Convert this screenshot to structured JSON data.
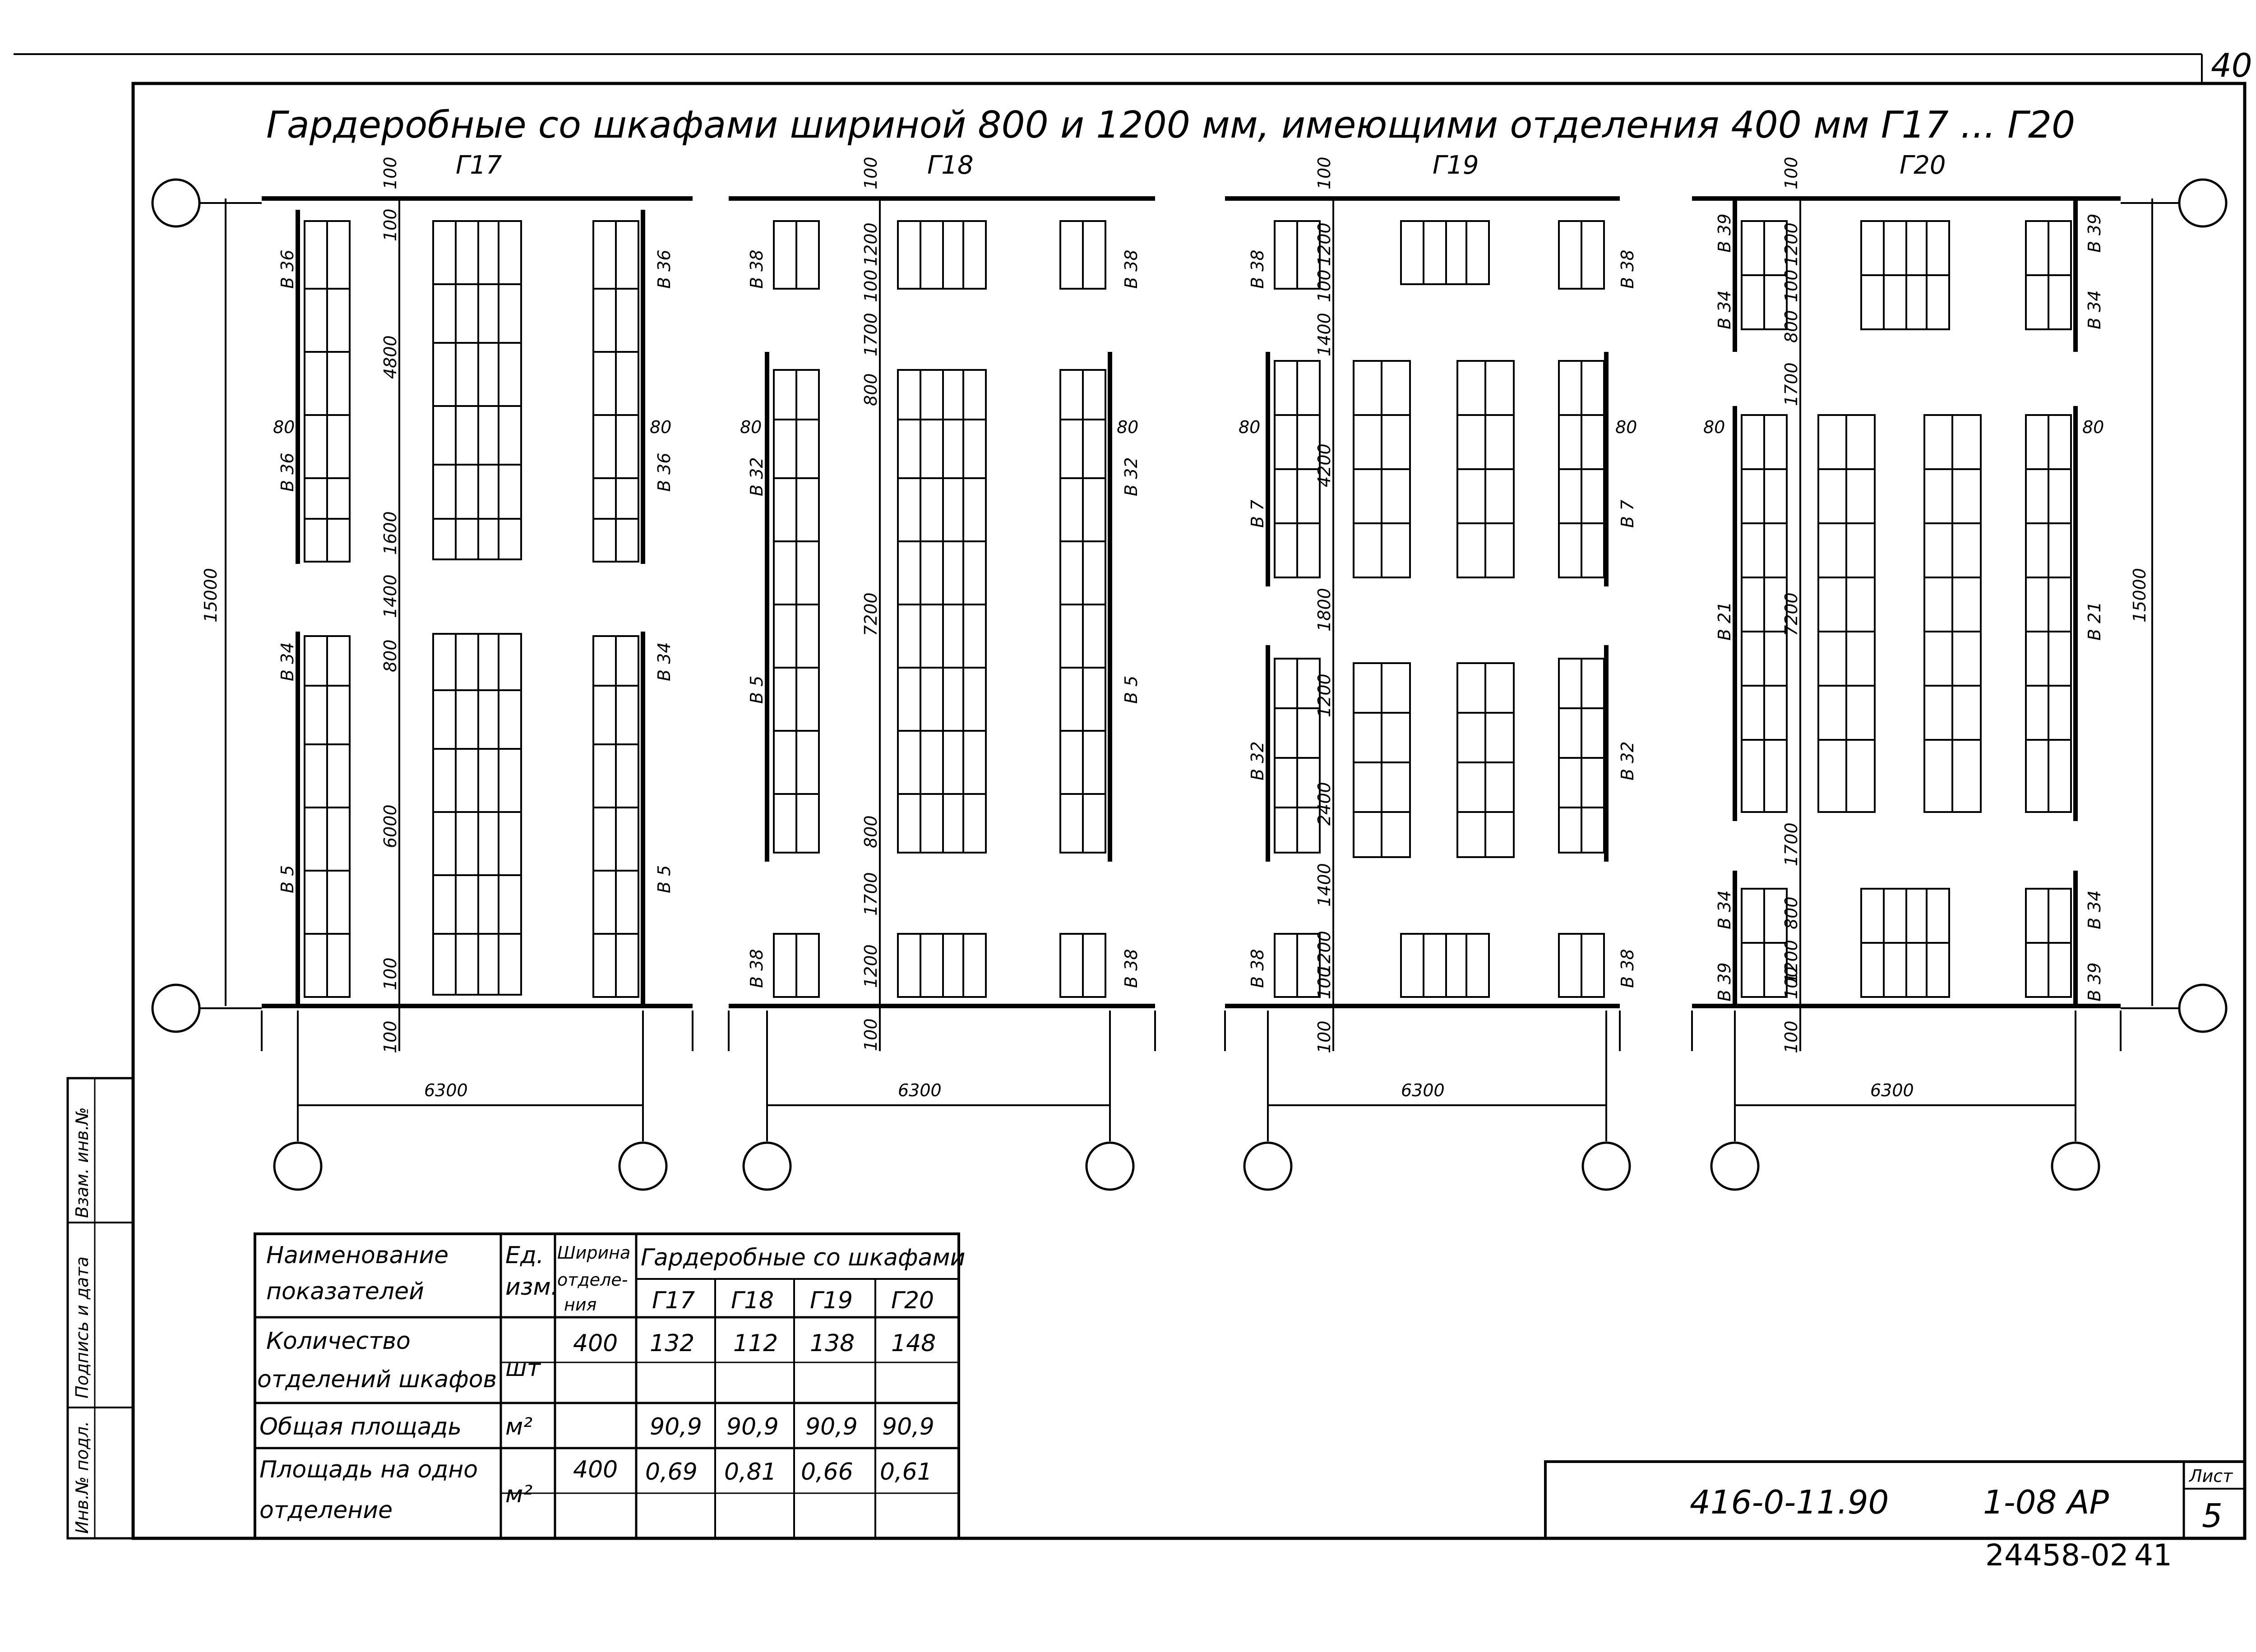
{
  "sheet": {
    "corner_number": "40",
    "title": "Гардеробные  со шкафами шириной 800 и 1200 мм, имеющими  отделения  400 мм  Г17 ... Г20",
    "designation": "416-0-11.90",
    "album": "1-08 АР",
    "list_label": "Лист",
    "list_number": "5",
    "archive_code": "24458-02",
    "archive_sheet": "41",
    "side_stamp": [
      "Инв.№ подл.",
      "Подпись и дата",
      "Взам. инв.№"
    ]
  },
  "plans": [
    {
      "name": "Г17",
      "span": "6300",
      "length": "15000",
      "dims_inner": [
        "100",
        "100",
        "4800",
        "1600",
        "1400",
        "800",
        "6000",
        "100",
        "100"
      ],
      "marks_left": [
        "В 36",
        "В 36",
        "В 34",
        "В 5"
      ],
      "marks_right": [
        "В 36",
        "В 36",
        "В 34",
        "В 5"
      ],
      "gap_marks": [
        "80",
        "80"
      ]
    },
    {
      "name": "Г18",
      "span": "6300",
      "dims_inner": [
        "100",
        "1200",
        "100",
        "1700",
        "800",
        "7200",
        "800",
        "1700",
        "1200",
        "100"
      ],
      "marks_left": [
        "В 38",
        "В 32",
        "В 5",
        "В 38"
      ],
      "marks_right": [
        "В 38",
        "В 32",
        "В 5",
        "В 38"
      ],
      "gap_marks": [
        "80",
        "80"
      ]
    },
    {
      "name": "Г19",
      "span": "6300",
      "dims_inner": [
        "100",
        "1200",
        "100",
        "1400",
        "4200",
        "1800",
        "1200",
        "2400",
        "1400",
        "1200",
        "100",
        "100"
      ],
      "marks_left": [
        "В 38",
        "В 7",
        "В 32",
        "В 38"
      ],
      "marks_right": [
        "В 38",
        "В 7",
        "В 32",
        "В 38"
      ],
      "gap_marks": [
        "80",
        "80"
      ]
    },
    {
      "name": "Г20",
      "span": "6300",
      "length": "15000",
      "dims_inner": [
        "100",
        "1200",
        "100",
        "800",
        "1700",
        "7200",
        "1700",
        "800",
        "1200",
        "100",
        "100"
      ],
      "marks_left": [
        "В 39",
        "В 34",
        "В 21",
        "В 34",
        "В 39"
      ],
      "marks_right": [
        "В 39",
        "В 34",
        "В 21",
        "В 34",
        "В 39"
      ],
      "gap_marks": [
        "80",
        "80"
      ]
    }
  ],
  "table": {
    "header_name": [
      "Наименование",
      "показателей"
    ],
    "header_unit": [
      "Ед.",
      "изм."
    ],
    "header_width": [
      "Ширина",
      "отделе-",
      "ния"
    ],
    "header_group": "Гардеробные со шкафами",
    "variants": [
      "Г17",
      "Г18",
      "Г19",
      "Г20"
    ],
    "rows": [
      {
        "name": [
          "Количество",
          "отделений шкафов"
        ],
        "unit": "шт",
        "width": "400",
        "values": [
          "132",
          "112",
          "138",
          "148"
        ]
      },
      {
        "name": [
          "Общая площадь"
        ],
        "unit": "м²",
        "width": "",
        "values": [
          "90,9",
          "90,9",
          "90,9",
          "90,9"
        ]
      },
      {
        "name": [
          "Площадь на одно",
          "отделение"
        ],
        "unit": "м²",
        "width": "400",
        "values": [
          "0,69",
          "0,81",
          "0,66",
          "0,61"
        ]
      }
    ]
  }
}
